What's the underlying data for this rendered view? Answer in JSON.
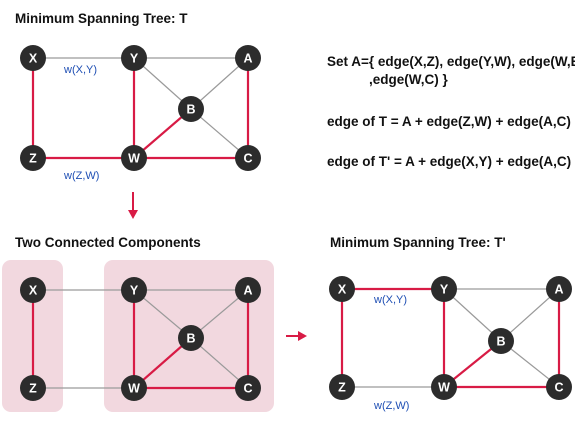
{
  "titles": {
    "top": "Minimum Spanning Tree: T",
    "components": "Two Connected Components",
    "result": "Minimum Spanning Tree: T'"
  },
  "equations": {
    "set_line1": "Set A={ edge(X,Z), edge(Y,W), edge(W,B)",
    "set_line2": ",edge(W,C) }",
    "t_edges": "edge of T = A + edge(Z,W) + edge(A,C)",
    "tprime_edges": "edge of T' = A + edge(X,Y) + edge(A,C)"
  },
  "colors": {
    "red_edge": "#d81b45",
    "gray_edge": "#9a9a9a",
    "node_fill": "#2c2c2c",
    "weight_label": "#1f4fb4",
    "component_bg": "#f2d8df",
    "arrow": "#d81b45"
  },
  "graphs": [
    {
      "id": "graph-t",
      "nodes": [
        "X",
        "Y",
        "A",
        "B",
        "Z",
        "W",
        "C"
      ],
      "edges": [
        {
          "from": "X",
          "to": "Y",
          "color": "gray",
          "weight": "w(X,Y)"
        },
        {
          "from": "X",
          "to": "Z",
          "color": "red"
        },
        {
          "from": "Z",
          "to": "W",
          "color": "red",
          "weight": "w(Z,W)"
        },
        {
          "from": "Y",
          "to": "A",
          "color": "gray"
        },
        {
          "from": "Y",
          "to": "W",
          "color": "red"
        },
        {
          "from": "Y",
          "to": "B",
          "color": "gray"
        },
        {
          "from": "A",
          "to": "B",
          "color": "gray"
        },
        {
          "from": "A",
          "to": "C",
          "color": "red"
        },
        {
          "from": "B",
          "to": "W",
          "color": "red"
        },
        {
          "from": "B",
          "to": "C",
          "color": "gray"
        },
        {
          "from": "W",
          "to": "C",
          "color": "red"
        }
      ]
    },
    {
      "id": "graph-components",
      "nodes": [
        "X",
        "Y",
        "A",
        "B",
        "Z",
        "W",
        "C"
      ],
      "edges": [
        {
          "from": "X",
          "to": "Y",
          "color": "gray"
        },
        {
          "from": "X",
          "to": "Z",
          "color": "red"
        },
        {
          "from": "Z",
          "to": "W",
          "color": "gray"
        },
        {
          "from": "Y",
          "to": "A",
          "color": "gray"
        },
        {
          "from": "Y",
          "to": "W",
          "color": "red"
        },
        {
          "from": "Y",
          "to": "B",
          "color": "gray"
        },
        {
          "from": "A",
          "to": "B",
          "color": "gray"
        },
        {
          "from": "A",
          "to": "C",
          "color": "red"
        },
        {
          "from": "B",
          "to": "W",
          "color": "red"
        },
        {
          "from": "B",
          "to": "C",
          "color": "gray"
        },
        {
          "from": "W",
          "to": "C",
          "color": "red"
        }
      ]
    },
    {
      "id": "graph-tprime",
      "nodes": [
        "X",
        "Y",
        "A",
        "B",
        "Z",
        "W",
        "C"
      ],
      "edges": [
        {
          "from": "X",
          "to": "Y",
          "color": "red",
          "weight": "w(X,Y)"
        },
        {
          "from": "X",
          "to": "Z",
          "color": "red"
        },
        {
          "from": "Z",
          "to": "W",
          "color": "gray",
          "weight": "w(Z,W)"
        },
        {
          "from": "Y",
          "to": "A",
          "color": "gray"
        },
        {
          "from": "Y",
          "to": "W",
          "color": "red"
        },
        {
          "from": "Y",
          "to": "B",
          "color": "gray"
        },
        {
          "from": "A",
          "to": "B",
          "color": "gray"
        },
        {
          "from": "A",
          "to": "C",
          "color": "red"
        },
        {
          "from": "B",
          "to": "W",
          "color": "red"
        },
        {
          "from": "B",
          "to": "C",
          "color": "gray"
        },
        {
          "from": "W",
          "to": "C",
          "color": "red"
        }
      ]
    }
  ]
}
